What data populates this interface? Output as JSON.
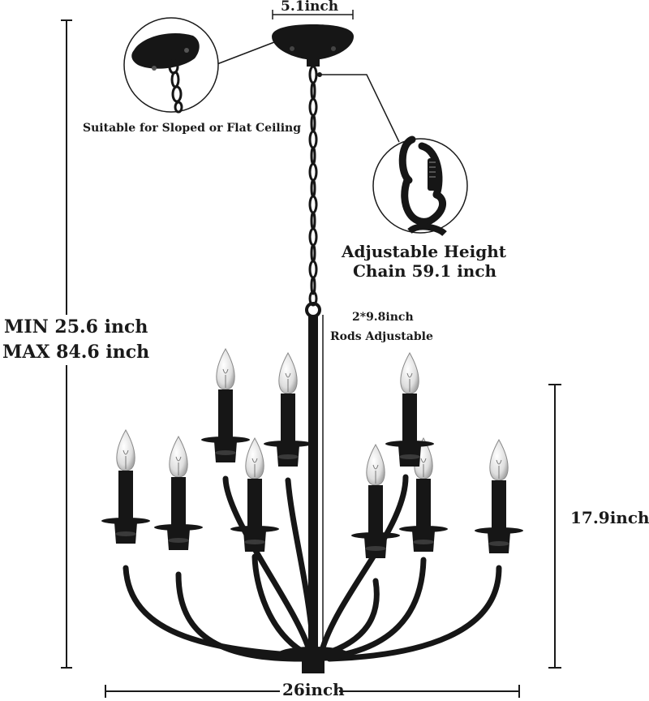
{
  "labels": {
    "canopy_width": "5.1inch",
    "ceiling_note": "Suitable for Sloped or Flat Ceiling",
    "chain_title": "Adjustable Height",
    "chain_length": "Chain 59.1 inch",
    "rods_count": "2*9.8inch",
    "rods_note": "Rods Adjustable",
    "height_min": "MIN 25.6 inch",
    "height_max": "MAX 84.6 inch",
    "body_height": "17.9inch",
    "body_width": "26inch"
  },
  "colors": {
    "fixture": "#161616",
    "bulb": "#e4e4e4",
    "text": "#1a1a1a"
  }
}
